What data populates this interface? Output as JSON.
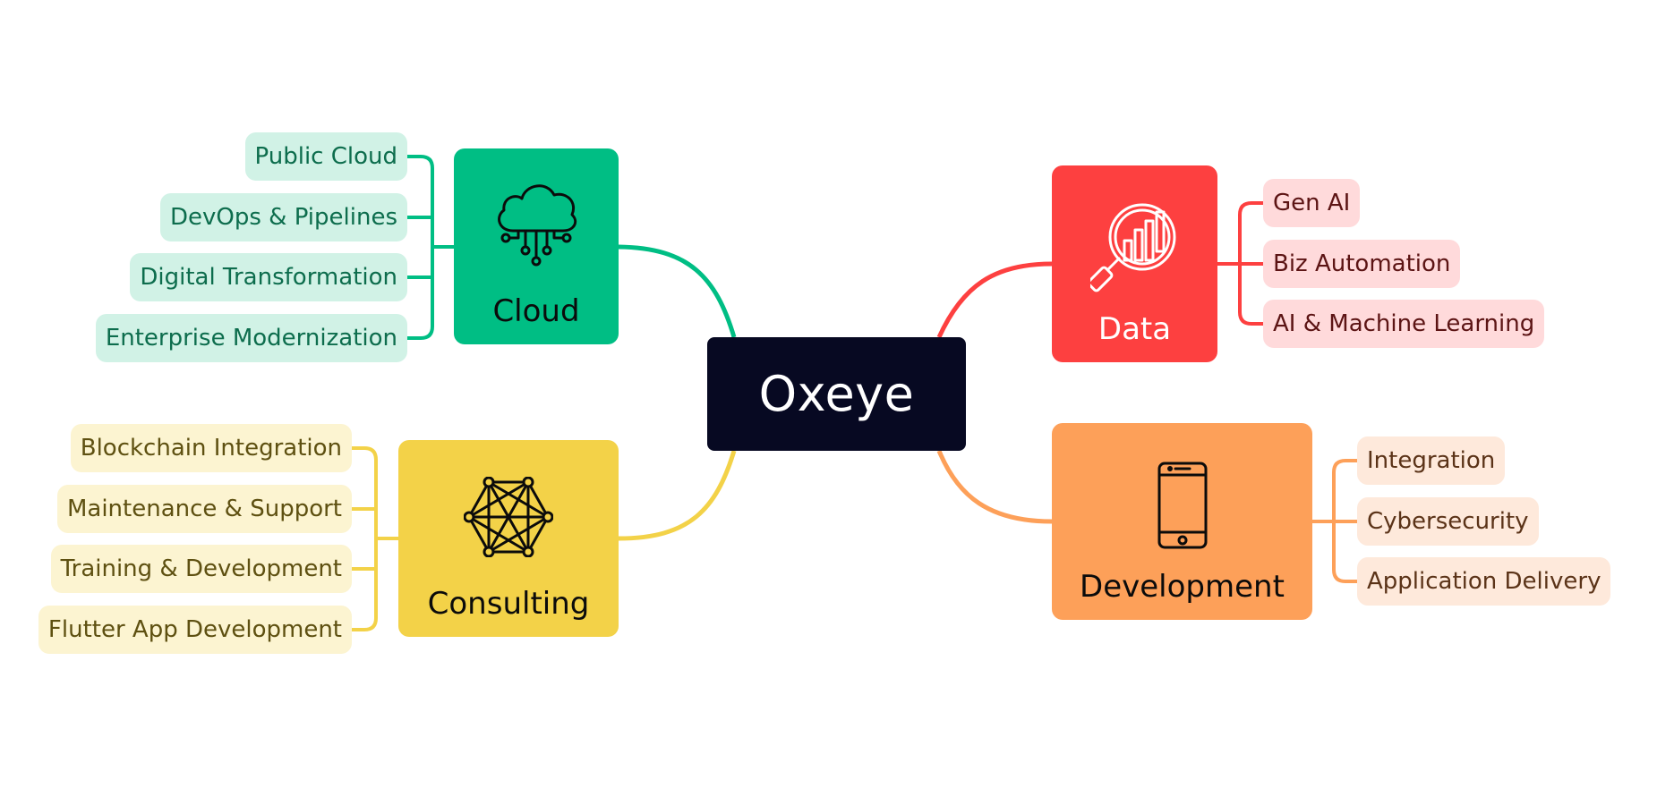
{
  "center": {
    "title": "Oxeye"
  },
  "colors": {
    "center": "#070922",
    "cloud": "#00be84",
    "data": "#fd4040",
    "consulting": "#f3d248",
    "development": "#fda059"
  },
  "branches": {
    "cloud": {
      "label": "Cloud",
      "icon": "cloud-network-icon",
      "items": [
        "Public Cloud",
        "DevOps & Pipelines",
        "Digital Transformation",
        "Enterprise Modernization"
      ]
    },
    "data": {
      "label": "Data",
      "icon": "magnifier-chart-icon",
      "items": [
        "Gen AI",
        "Biz Automation",
        "AI & Machine Learning"
      ]
    },
    "consulting": {
      "label": "Consulting",
      "icon": "network-mesh-icon",
      "items": [
        "Blockchain Integration",
        "Maintenance & Support",
        "Training & Development",
        "Flutter App Development"
      ]
    },
    "development": {
      "label": "Development",
      "icon": "smartphone-icon",
      "items": [
        "Integration",
        "Cybersecurity",
        "Application Delivery"
      ]
    }
  }
}
